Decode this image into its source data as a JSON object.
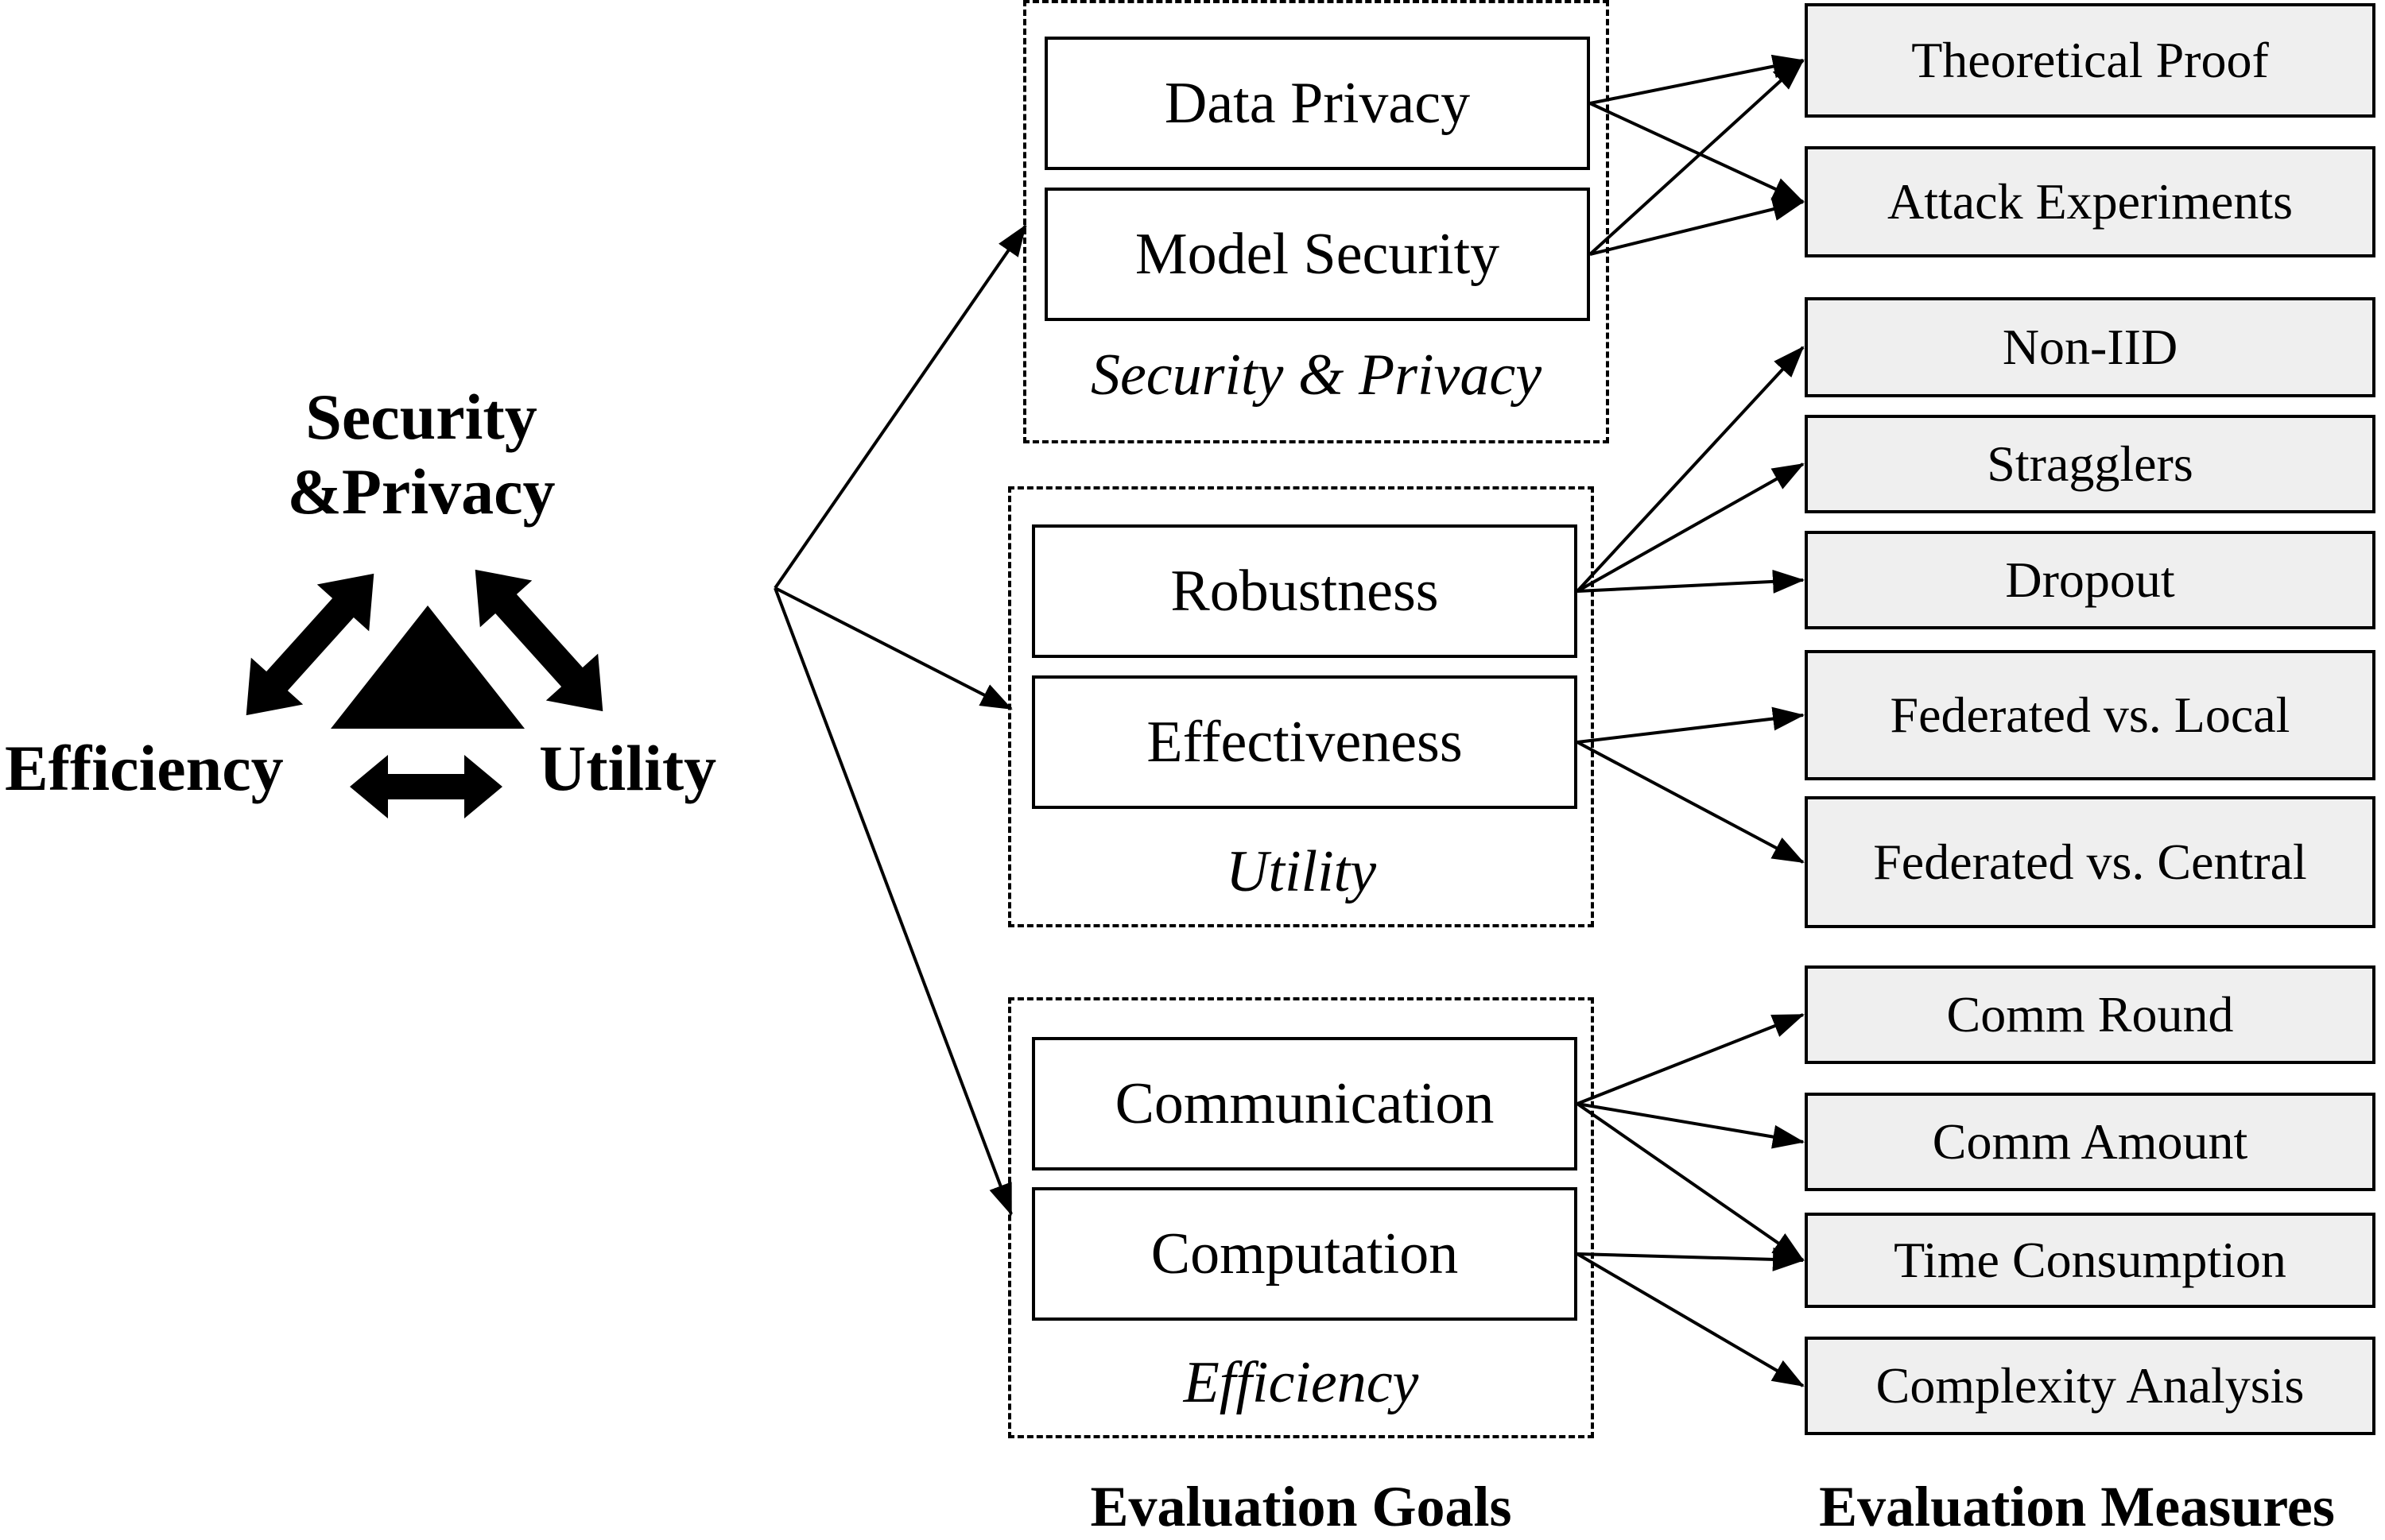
{
  "triangle": {
    "top_label": "Security\n&Privacy",
    "left_label": "Efficiency",
    "right_label": "Utility"
  },
  "groups": [
    {
      "label": "Security & Privacy",
      "goals": [
        "Data Privacy",
        "Model Security"
      ]
    },
    {
      "label": "Utility",
      "goals": [
        "Robustness",
        "Effectiveness"
      ]
    },
    {
      "label": "Efficiency",
      "goals": [
        "Communication",
        "Computation"
      ]
    }
  ],
  "measures": [
    "Theoretical Proof",
    "Attack Experiments",
    "Non-IID",
    "Stragglers",
    "Dropout",
    "Federated vs. Local",
    "Federated vs. Central",
    "Comm Round",
    "Comm Amount",
    "Time Consumption",
    "Complexity Analysis"
  ],
  "column_titles": {
    "goals": "Evaluation Goals",
    "measures": "Evaluation Measures"
  },
  "connections": [
    {
      "from": "Data Privacy",
      "to": "Theoretical Proof"
    },
    {
      "from": "Data Privacy",
      "to": "Attack Experiments"
    },
    {
      "from": "Model Security",
      "to": "Theoretical Proof"
    },
    {
      "from": "Model Security",
      "to": "Attack Experiments"
    },
    {
      "from": "Robustness",
      "to": "Non-IID"
    },
    {
      "from": "Robustness",
      "to": "Stragglers"
    },
    {
      "from": "Robustness",
      "to": "Dropout"
    },
    {
      "from": "Effectiveness",
      "to": "Federated vs. Local"
    },
    {
      "from": "Effectiveness",
      "to": "Federated vs. Central"
    },
    {
      "from": "Communication",
      "to": "Comm Round"
    },
    {
      "from": "Communication",
      "to": "Comm Amount"
    },
    {
      "from": "Communication",
      "to": "Time Consumption"
    },
    {
      "from": "Computation",
      "to": "Time Consumption"
    },
    {
      "from": "Computation",
      "to": "Complexity Analysis"
    }
  ]
}
